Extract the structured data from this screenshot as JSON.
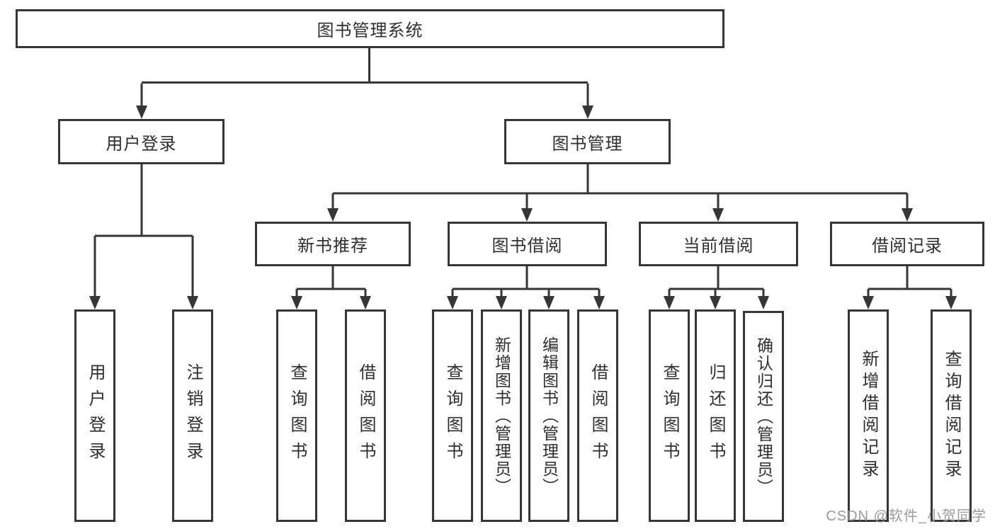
{
  "diagram": {
    "title": "图书管理系统",
    "nodes": {
      "root": "图书管理系统",
      "user_login": "用户登录",
      "book_management": "图书管理",
      "new_book_recommend": "新书推荐",
      "book_borrow": "图书借阅",
      "current_borrow": "当前借阅",
      "borrow_record": "借阅记录",
      "leaf_login": "用户登录",
      "leaf_logout": "注销登录",
      "nbr_query_book": "查询图书",
      "nbr_borrow_book": "借阅图书",
      "bb_query_book": "查询图书",
      "bb_add_book": "新增图书（管理员）",
      "bb_edit_book": "编辑图书（管理员）",
      "bb_borrow_book": "借阅图书",
      "cb_query_book": "查询图书",
      "cb_return_book": "归还图书",
      "cb_confirm_return": "确认归还（管理员）",
      "br_add_record": "新增借阅记录",
      "br_query_record": "查询借阅记录"
    }
  },
  "watermark": "CSDN @软件_小贺同学",
  "colors": {
    "line": "#363636",
    "box_border": "#363636",
    "text": "#2e2e2e",
    "background": "#ffffff",
    "watermark": "#9b9b9b"
  }
}
